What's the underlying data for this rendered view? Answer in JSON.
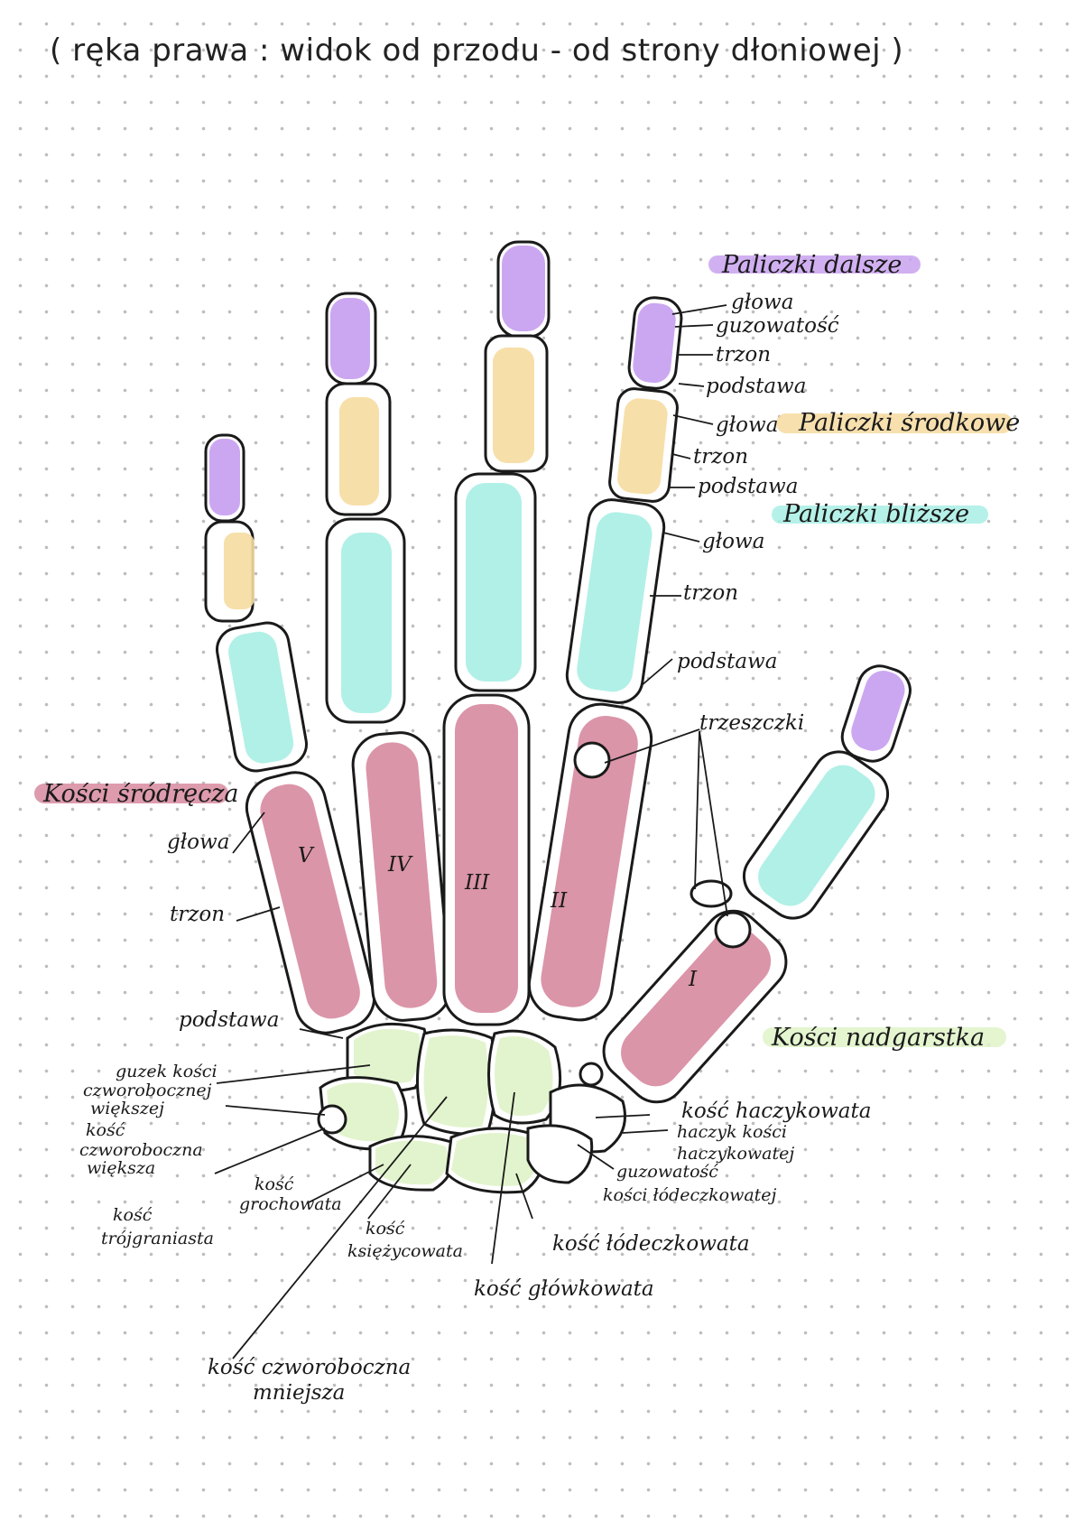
{
  "title": "( ręka prawa : widok od przodu - od strony dłoniowej )",
  "colors": {
    "distal": "#c9a2f0",
    "middle": "#f6dba0",
    "proximal": "#a8eee4",
    "metacarpal": "#d7899f",
    "carpal": "#dff3c8"
  },
  "headers": {
    "distal": "Paliczki dalsze",
    "middle": "Paliczki środkowe",
    "proximal": "Paliczki bliższe",
    "metacarpal": "Kości śródręcza",
    "carpal": "Kości nadgarstka"
  },
  "labels": {
    "distal_head": "głowa",
    "distal_tuberosity": "guzowatość",
    "distal_shaft": "trzon",
    "distal_base": "podstawa",
    "middle_head": "głowa",
    "middle_shaft": "trzon",
    "middle_base": "podstawa",
    "proximal_head": "głowa",
    "proximal_shaft": "trzon",
    "proximal_base": "podstawa",
    "sesamoids": "trzeszczki",
    "meta_head": "głowa",
    "meta_shaft": "trzon",
    "meta_base": "podstawa"
  },
  "roman": [
    "V",
    "IV",
    "III",
    "II",
    "I"
  ],
  "carpal_labels": {
    "hamate": "kość haczykowata",
    "hook1": "haczyk kości",
    "hook2": "haczykowatej",
    "tub1": "guzowatość",
    "tub2": "kości łódeczkowatej",
    "scaphoid": "kość łódeczkowata",
    "pisiform": "kość grochowata",
    "triq1": "kość",
    "triq2": "trójgraniasta",
    "tubtrap1": "guzek kości",
    "tubtrap2": "czworobocznej",
    "tubtrap3": "większej",
    "trap1": "kość",
    "trap2": "czworoboczna",
    "trap3": "większa",
    "pisi1": "kość",
    "pisi2": "grochowata",
    "lun1": "kość",
    "lun2": "księżycowata",
    "cap": "kość główkowata",
    "tzd1": "kość czworoboczna",
    "tzd2": "mniejsza"
  }
}
